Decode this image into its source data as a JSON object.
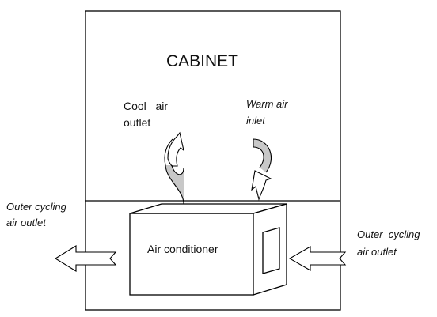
{
  "cabinet": {
    "title": "CABINET"
  },
  "cool_air": {
    "line1": "Cool   air",
    "line2": "outlet"
  },
  "warm_air": {
    "line1": "Warm air",
    "line2": "inlet"
  },
  "outer_left": {
    "line1": "Outer cycling",
    "line2": "air outlet"
  },
  "outer_right": {
    "line1": "Outer  cycling",
    "line2": "air outlet"
  },
  "air_conditioner": {
    "label": "Air conditioner"
  },
  "colors": {
    "stroke": "#000000",
    "arrow_fill": "#c8c8c8",
    "background": "#ffffff"
  }
}
